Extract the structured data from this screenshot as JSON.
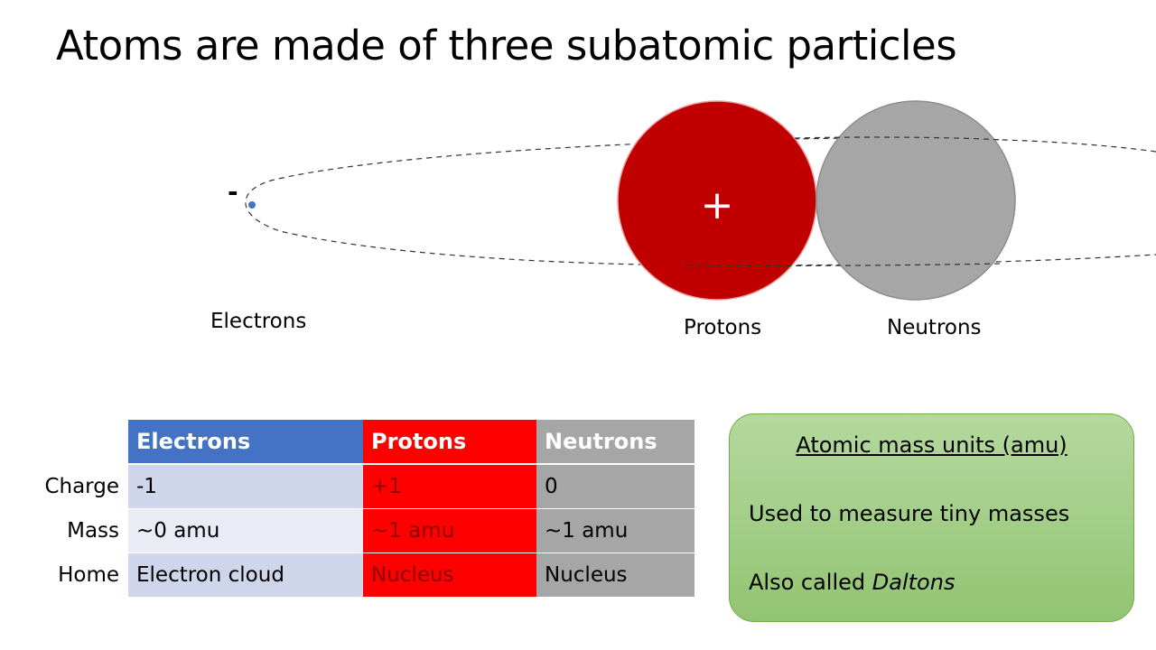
{
  "title": "Atoms are made of three subatomic particles",
  "diagram": {
    "electron_charge_symbol": "-",
    "proton_charge_symbol": "+",
    "labels": {
      "electrons": "Electrons",
      "protons": "Protons",
      "neutrons": "Neutrons"
    },
    "colors": {
      "proton": "#c00000",
      "neutron": "#a6a6a6",
      "electron_dot": "#4472c4"
    }
  },
  "table": {
    "headers": [
      "Electrons",
      "Protons",
      "Neutrons"
    ],
    "rows": [
      {
        "label": "Charge",
        "values": [
          "-1",
          "+1",
          "0"
        ]
      },
      {
        "label": "Mass",
        "values": [
          "~0 amu",
          "~1 amu",
          "~1 amu"
        ]
      },
      {
        "label": "Home",
        "values": [
          "Electron cloud",
          "Nucleus",
          "Nucleus"
        ]
      }
    ],
    "colors": {
      "electrons": "#4472c4",
      "protons": "#ff0000",
      "neutrons": "#a6a6a6"
    }
  },
  "amu_box": {
    "heading": "Atomic mass units (amu)",
    "line1": "Used to measure tiny masses",
    "line2_prefix": "Also called ",
    "line2_emphasis": "Daltons",
    "color": "#a9d18e"
  }
}
